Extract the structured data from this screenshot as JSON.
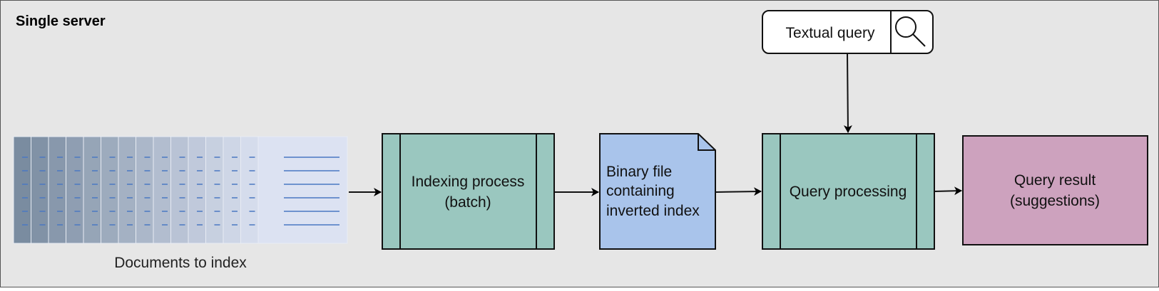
{
  "container": {
    "title": "Single server",
    "background": "#e6e6e6"
  },
  "documents": {
    "label": "Documents to index",
    "line_color": "#4a78c2"
  },
  "indexing_process": {
    "line1": "Indexing process",
    "line2": "(batch)",
    "fill": "#9ac7bf"
  },
  "binary_file": {
    "line1": "Binary file",
    "line2": "containing",
    "line3": "inverted index",
    "fill": "#a9c4eb"
  },
  "textual_query": {
    "label": "Textual query",
    "icon": "search-icon"
  },
  "query_processing": {
    "label": "Query processing",
    "fill": "#9ac7bf"
  },
  "query_result": {
    "line1": "Query result",
    "line2": "(suggestions)",
    "fill": "#cda2be"
  }
}
